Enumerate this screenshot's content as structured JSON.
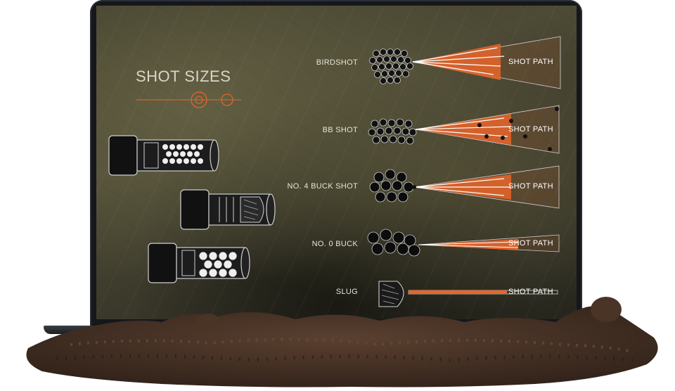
{
  "title": "SHOT SIZES",
  "rows": [
    {
      "label": "BIRDSHOT",
      "path_label": "SHOT PATH"
    },
    {
      "label": "BB SHOT",
      "path_label": "SHOT PATH"
    },
    {
      "label": "NO. 4  BUCK SHOT",
      "path_label": "SHOT PATH"
    },
    {
      "label": "NO. 0  BUCK",
      "path_label": "SHOT PATH"
    },
    {
      "label": "SLUG",
      "path_label": "SHOT PATH"
    }
  ],
  "colors": {
    "accent": "#e8652a",
    "text": "#e6e3d8",
    "screen_bg": "#3f3d2c",
    "bezel": "#15171b",
    "dirt": "#4a3426"
  },
  "icons": [
    "shotgun-shell-icon",
    "pellet-cluster-icon",
    "shot-spread-cone-icon",
    "slug-icon"
  ]
}
